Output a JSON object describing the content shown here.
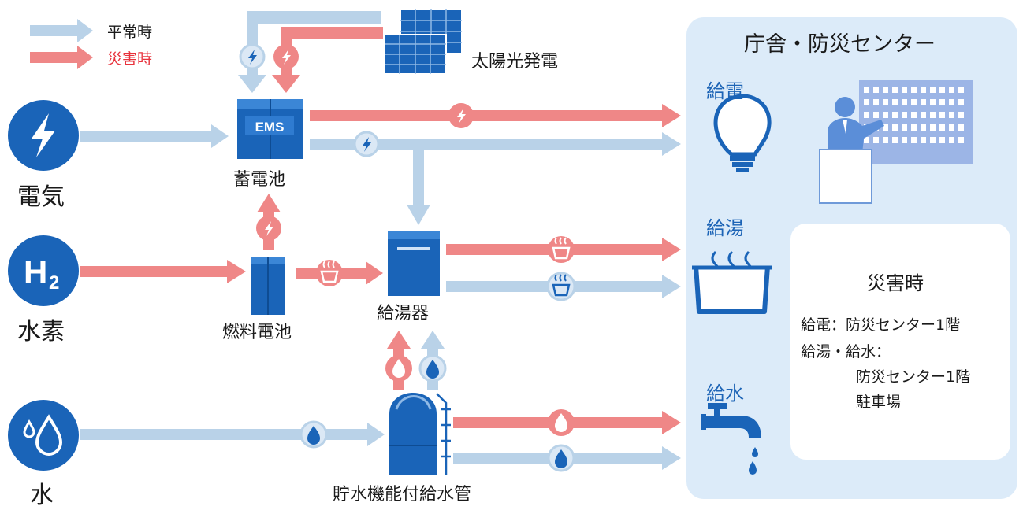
{
  "legend": {
    "normal_label": "平常時",
    "disaster_label": "災害時",
    "normal_color": "#b9d2e8",
    "disaster_color": "#ef8787"
  },
  "sources": {
    "electricity": "電気",
    "hydrogen": "水素",
    "hydrogen_symbol": "H",
    "hydrogen_subscript": "2",
    "water": "水"
  },
  "devices": {
    "solar": "太陽光発電",
    "battery": "蓄電池",
    "battery_badge": "EMS",
    "fuel_cell": "燃料電池",
    "water_heater": "給湯器",
    "water_tank": "貯水機能付給水管"
  },
  "building": {
    "title": "庁舎・防災センター",
    "power": "給電",
    "hot_water": "給湯",
    "water_supply": "給水"
  },
  "note": {
    "title": "災害時",
    "line1": "給電：防災センター1階",
    "line2": "給湯・給水：",
    "line3": "防災センター1階",
    "line4": "駐車場"
  },
  "colors": {
    "blue_dark": "#1a64b8",
    "panel_bg": "#dcebf9"
  }
}
